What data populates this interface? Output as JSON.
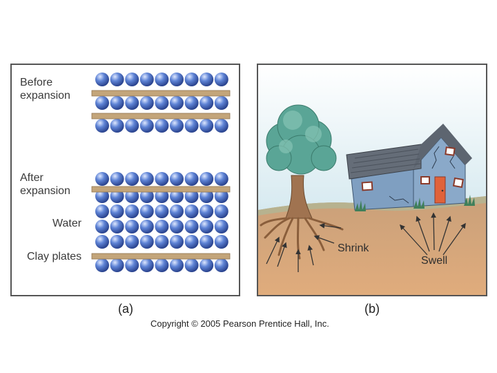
{
  "panel_a": {
    "labels": {
      "before": "Before\nexpansion",
      "after": "After\nexpansion",
      "water": "Water",
      "clay": "Clay plates"
    },
    "sublabel": "(a)"
  },
  "panel_b": {
    "labels": {
      "shrink": "Shrink",
      "swell": "Swell"
    },
    "sublabel": "(b)"
  },
  "copyright": "Copyright © 2005 Pearson Prentice Hall, Inc.",
  "colors": {
    "ball": "#4a6fc4",
    "plate": "#c3a57a",
    "sky": "#cfe4ec",
    "soil": "#d7a67a",
    "grass": "#a9b58a",
    "house": "#7f9fc1",
    "roof": "#6e7680",
    "tree": "#5aa596",
    "trunk": "#a07350"
  }
}
